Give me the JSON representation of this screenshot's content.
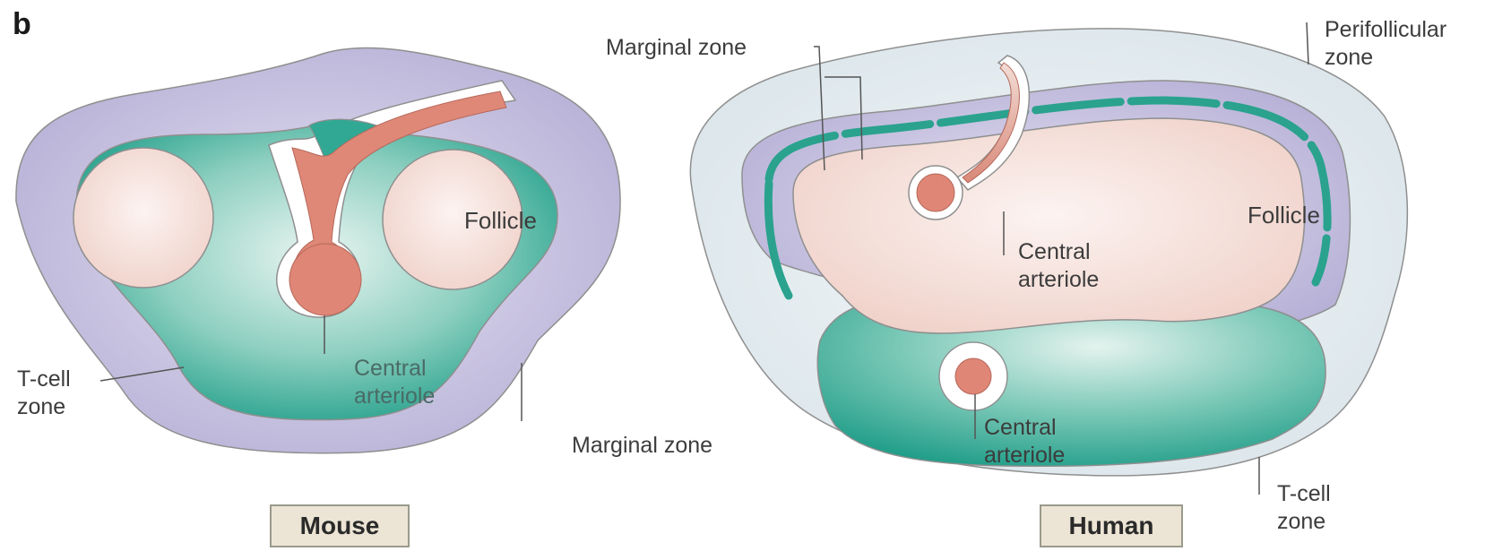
{
  "figure": {
    "panel_label": "b",
    "mouse": {
      "title": "Mouse",
      "labels": {
        "follicle": "Follicle",
        "central_arteriole": [
          "Central",
          "arteriole"
        ],
        "t_cell_zone": [
          "T-cell",
          "zone"
        ],
        "marginal_zone": "Marginal zone"
      }
    },
    "human": {
      "title": "Human",
      "labels": {
        "marginal_zone": "Marginal zone",
        "perifollicular_zone": [
          "Perifollicular",
          "zone"
        ],
        "follicle": "Follicle",
        "central_arteriole_upper": [
          "Central",
          "arteriole"
        ],
        "central_arteriole_lower": [
          "Central",
          "arteriole"
        ],
        "t_cell_zone": [
          "T-cell",
          "zone"
        ]
      }
    },
    "colors": {
      "marginal_zone": "#b8b4d6",
      "perifollicular_zone": "#e2eaee",
      "t_cell_zone": "#2aa28e",
      "follicle": "#f3dcd6",
      "arteriole": "#df8878",
      "outline": "#8f8f8f"
    }
  }
}
